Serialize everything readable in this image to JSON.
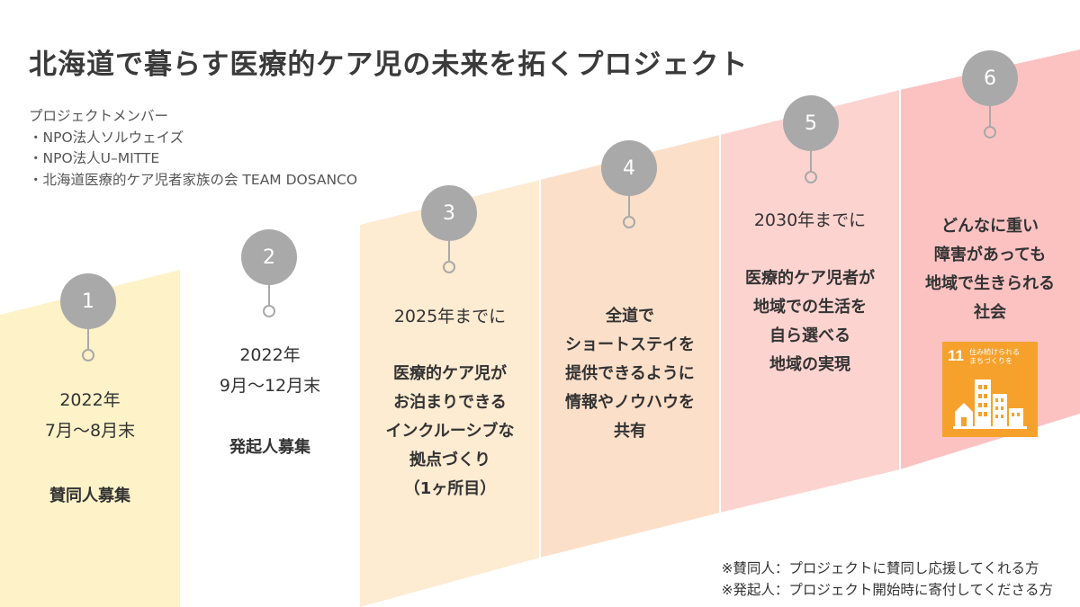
{
  "title": "北海道で暮らす医療的ケア児の未来を拓くプロジェクト",
  "members": {
    "heading": "プロジェクトメンバー",
    "items": [
      "・NPO法人ソルウェイズ",
      "・NPO法人U–MITTE",
      "・北海道医療的ケア児者家族の会 TEAM DOSANCO"
    ]
  },
  "steps": [
    {
      "number": "1",
      "when": [
        "2022年",
        "7月～8月末"
      ],
      "goal": [
        "賛同人募集"
      ],
      "color": "#fdf2c8"
    },
    {
      "number": "2",
      "when": [
        "2022年",
        "9月～12月末"
      ],
      "goal": [
        "発起人募集"
      ],
      "color": "#ffffff"
    },
    {
      "number": "3",
      "when": [
        "2025年までに"
      ],
      "goal": [
        "医療的ケア児が",
        "お泊まりできる",
        "インクルーシブな",
        "拠点づくり",
        "（1ヶ所目）"
      ],
      "color": "#fdebd2"
    },
    {
      "number": "4",
      "when": [],
      "goal": [
        "全道で",
        "ショートステイを",
        "提供できるように",
        "情報やノウハウを",
        "共有"
      ],
      "color": "#fcdfc9"
    },
    {
      "number": "5",
      "when": [
        "2030年までに"
      ],
      "goal": [
        "医療的ケア児者が",
        "地域での生活を",
        "自ら選べる",
        "地域の実現"
      ],
      "color": "#fdd3cf"
    },
    {
      "number": "6",
      "when": [],
      "goal": [
        "どんなに重い",
        "障害があっても",
        "地域で生きられる",
        "社会"
      ],
      "color": "#fcc2c2"
    }
  ],
  "sdg": {
    "number": "11",
    "label": [
      "住み続けられる",
      "まちづくりを"
    ],
    "color": "#f5a12c",
    "icon": "city-buildings-icon"
  },
  "notes": [
    "※賛同人：プロジェクトに賛同し応援してくれる方",
    "※発起人：プロジェクト開始時に寄付してくださる方"
  ]
}
